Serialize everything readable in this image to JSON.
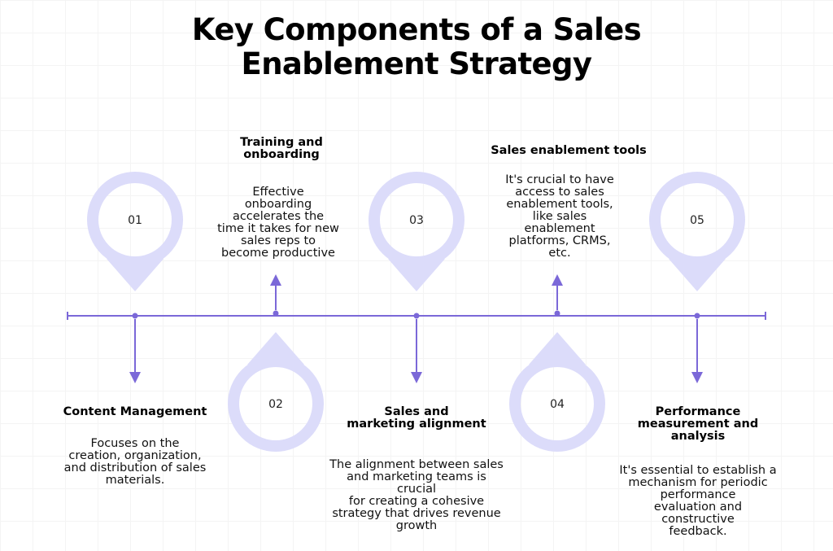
{
  "title": [
    "Key Components of a Sales",
    "Enablement Strategy"
  ],
  "colors": {
    "pin_ring": "#dcdcfa",
    "axis": "#7b68d8"
  },
  "components": [
    {
      "number": "01",
      "heading": [
        "Content Management"
      ],
      "description": [
        "Focuses on the",
        "creation, organization,",
        "and distribution of sales",
        "materials."
      ]
    },
    {
      "number": "02",
      "heading": [
        "Training and",
        "onboarding"
      ],
      "description": [
        "Effective",
        "onboarding",
        "accelerates the",
        "time it takes for new",
        "sales reps to",
        "become productive"
      ]
    },
    {
      "number": "03",
      "heading": [
        "Sales and",
        "marketing alignment"
      ],
      "description": [
        "The alignment between sales",
        "and marketing teams is",
        "crucial",
        "for creating a cohesive",
        "strategy that drives revenue",
        "growth"
      ]
    },
    {
      "number": "04",
      "heading": [
        "Sales enablement tools"
      ],
      "description": [
        "It's crucial to have",
        "access to sales",
        "enablement tools,",
        "like sales",
        "enablement",
        "platforms, CRMS,",
        "etc."
      ]
    },
    {
      "number": "05",
      "heading": [
        "Performance",
        "measurement and",
        "analysis"
      ],
      "description": [
        "It's essential to establish a",
        "mechanism for periodic",
        "performance",
        "evaluation and",
        "constructive",
        "feedback."
      ]
    }
  ]
}
